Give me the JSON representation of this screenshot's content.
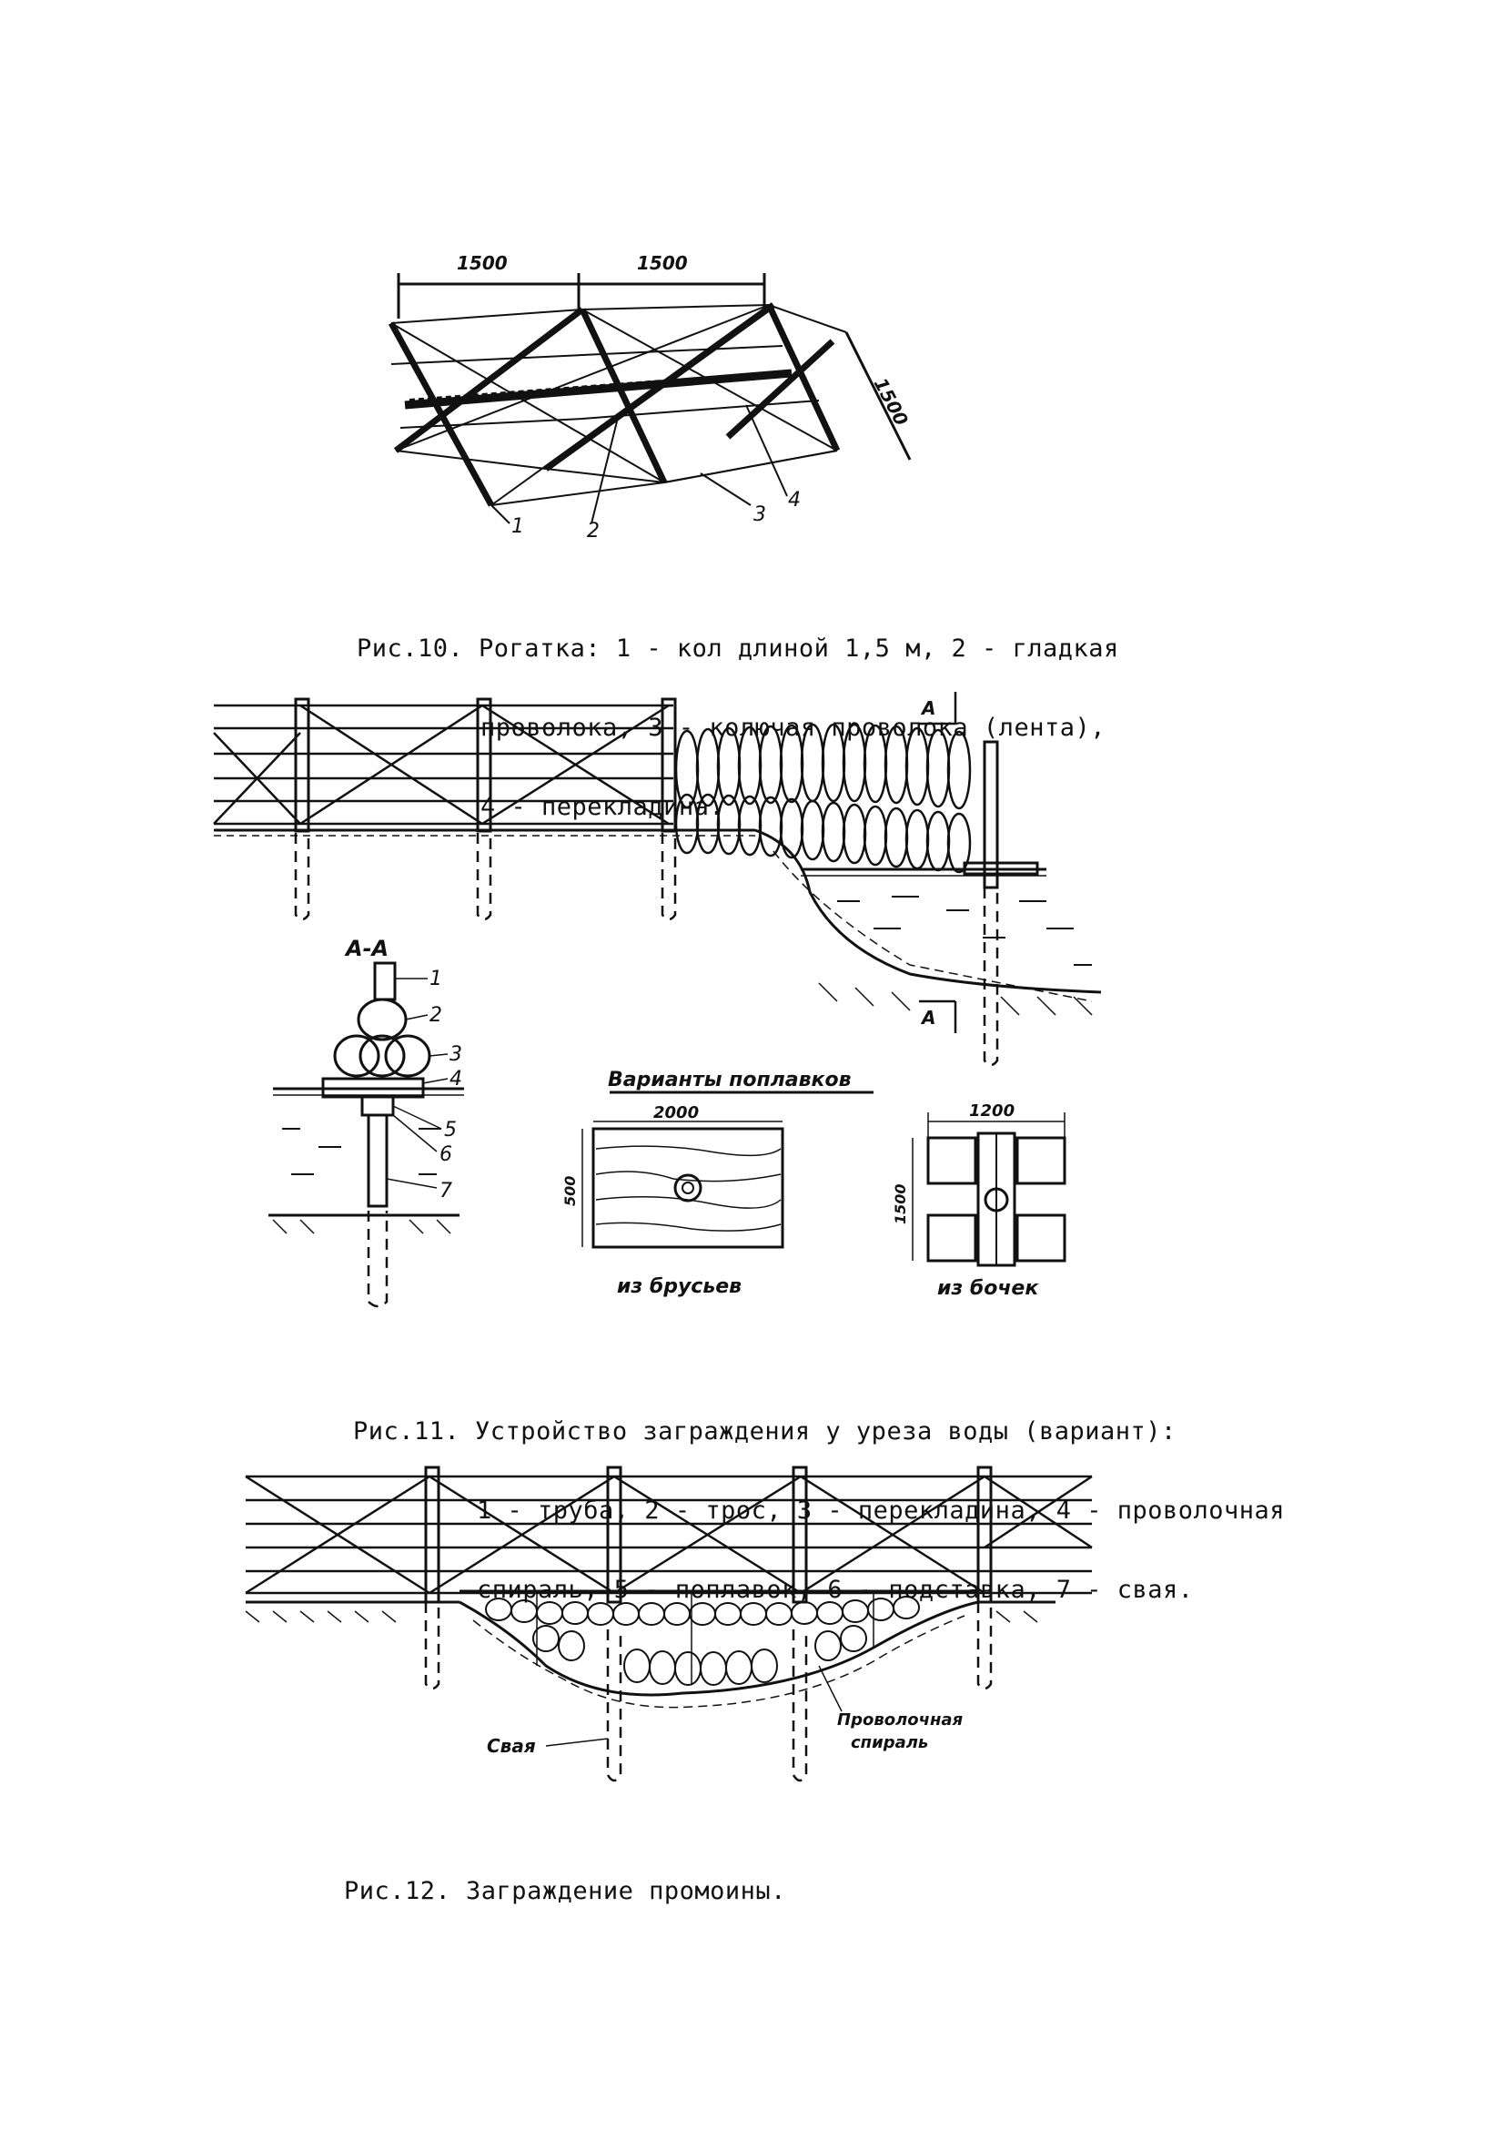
{
  "fig10": {
    "dim_left": "1500",
    "dim_right": "1500",
    "dim_side": "1500",
    "callouts": [
      "1",
      "2",
      "3",
      "4"
    ],
    "caption_line1": "Рис.10. Рогатка: 1 - кол длиной 1,5 м, 2 - гладкая",
    "caption_line2": "проволока, 3 - колючая проволока (лента),",
    "caption_line3": "4 - перекладина."
  },
  "fig11": {
    "section_mark": "А",
    "section_title": "А-А",
    "section_callouts": [
      "1",
      "2",
      "3",
      "4",
      "5",
      "6",
      "7"
    ],
    "variants_title": "Варианты поплавков",
    "timber_width": "2000",
    "timber_height": "500",
    "timber_label": "из брусьев",
    "barrel_width": "1200",
    "barrel_height": "1500",
    "barrel_label": "из бочек",
    "caption_line1": "Рис.11. Устройство заграждения у уреза воды (вариант):",
    "caption_line2": "1 - труба, 2 - трос, 3 - перекладина, 4 - проволочная",
    "caption_line3": "спираль, 5 - поплавок, 6 - подставка, 7 - свая."
  },
  "fig12": {
    "pile_label": "Свая",
    "spiral_label_1": "Проволочная",
    "spiral_label_2": "спираль",
    "caption": "Рис.12. Заграждение промоины."
  }
}
